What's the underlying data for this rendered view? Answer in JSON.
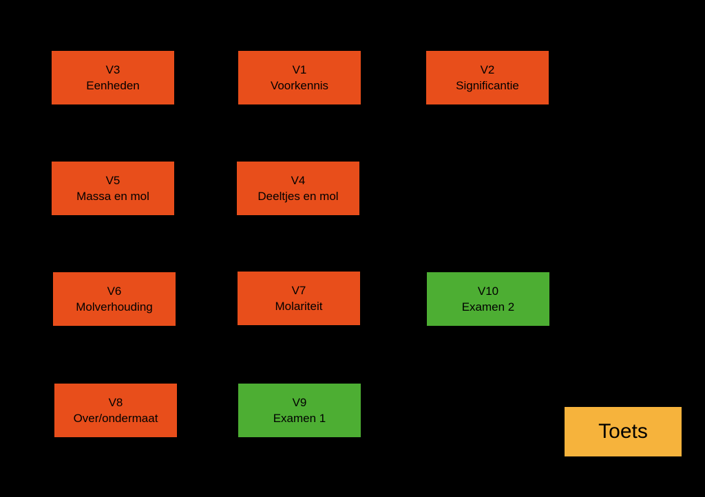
{
  "page": {
    "background_color": "#000000",
    "text_color": "#000000"
  },
  "colors": {
    "orange": "#E84E1B",
    "green": "#4DAE33",
    "yellow": "#F6B33C"
  },
  "diagram": {
    "nodes": [
      {
        "id": "v3",
        "title": "V3",
        "subtitle": "Eenheden",
        "color": "orange"
      },
      {
        "id": "v1",
        "title": "V1",
        "subtitle": "Voorkennis",
        "color": "orange"
      },
      {
        "id": "v2",
        "title": "V2",
        "subtitle": "Significantie",
        "color": "orange"
      },
      {
        "id": "v5",
        "title": "V5",
        "subtitle": "Massa en mol",
        "color": "orange"
      },
      {
        "id": "v4",
        "title": "V4",
        "subtitle": "Deeltjes en mol",
        "color": "orange"
      },
      {
        "id": "v6",
        "title": "V6",
        "subtitle": "Molverhouding",
        "color": "orange"
      },
      {
        "id": "v7",
        "title": "V7",
        "subtitle": "Molariteit",
        "color": "orange"
      },
      {
        "id": "v10",
        "title": "V10",
        "subtitle": "Examen 2",
        "color": "green"
      },
      {
        "id": "v8",
        "title": "V8",
        "subtitle": "Over/ondermaat",
        "color": "orange"
      },
      {
        "id": "v9",
        "title": "V9",
        "subtitle": "Examen 1",
        "color": "green"
      },
      {
        "id": "toets",
        "title": "Toets",
        "subtitle": "",
        "color": "yellow"
      }
    ]
  }
}
